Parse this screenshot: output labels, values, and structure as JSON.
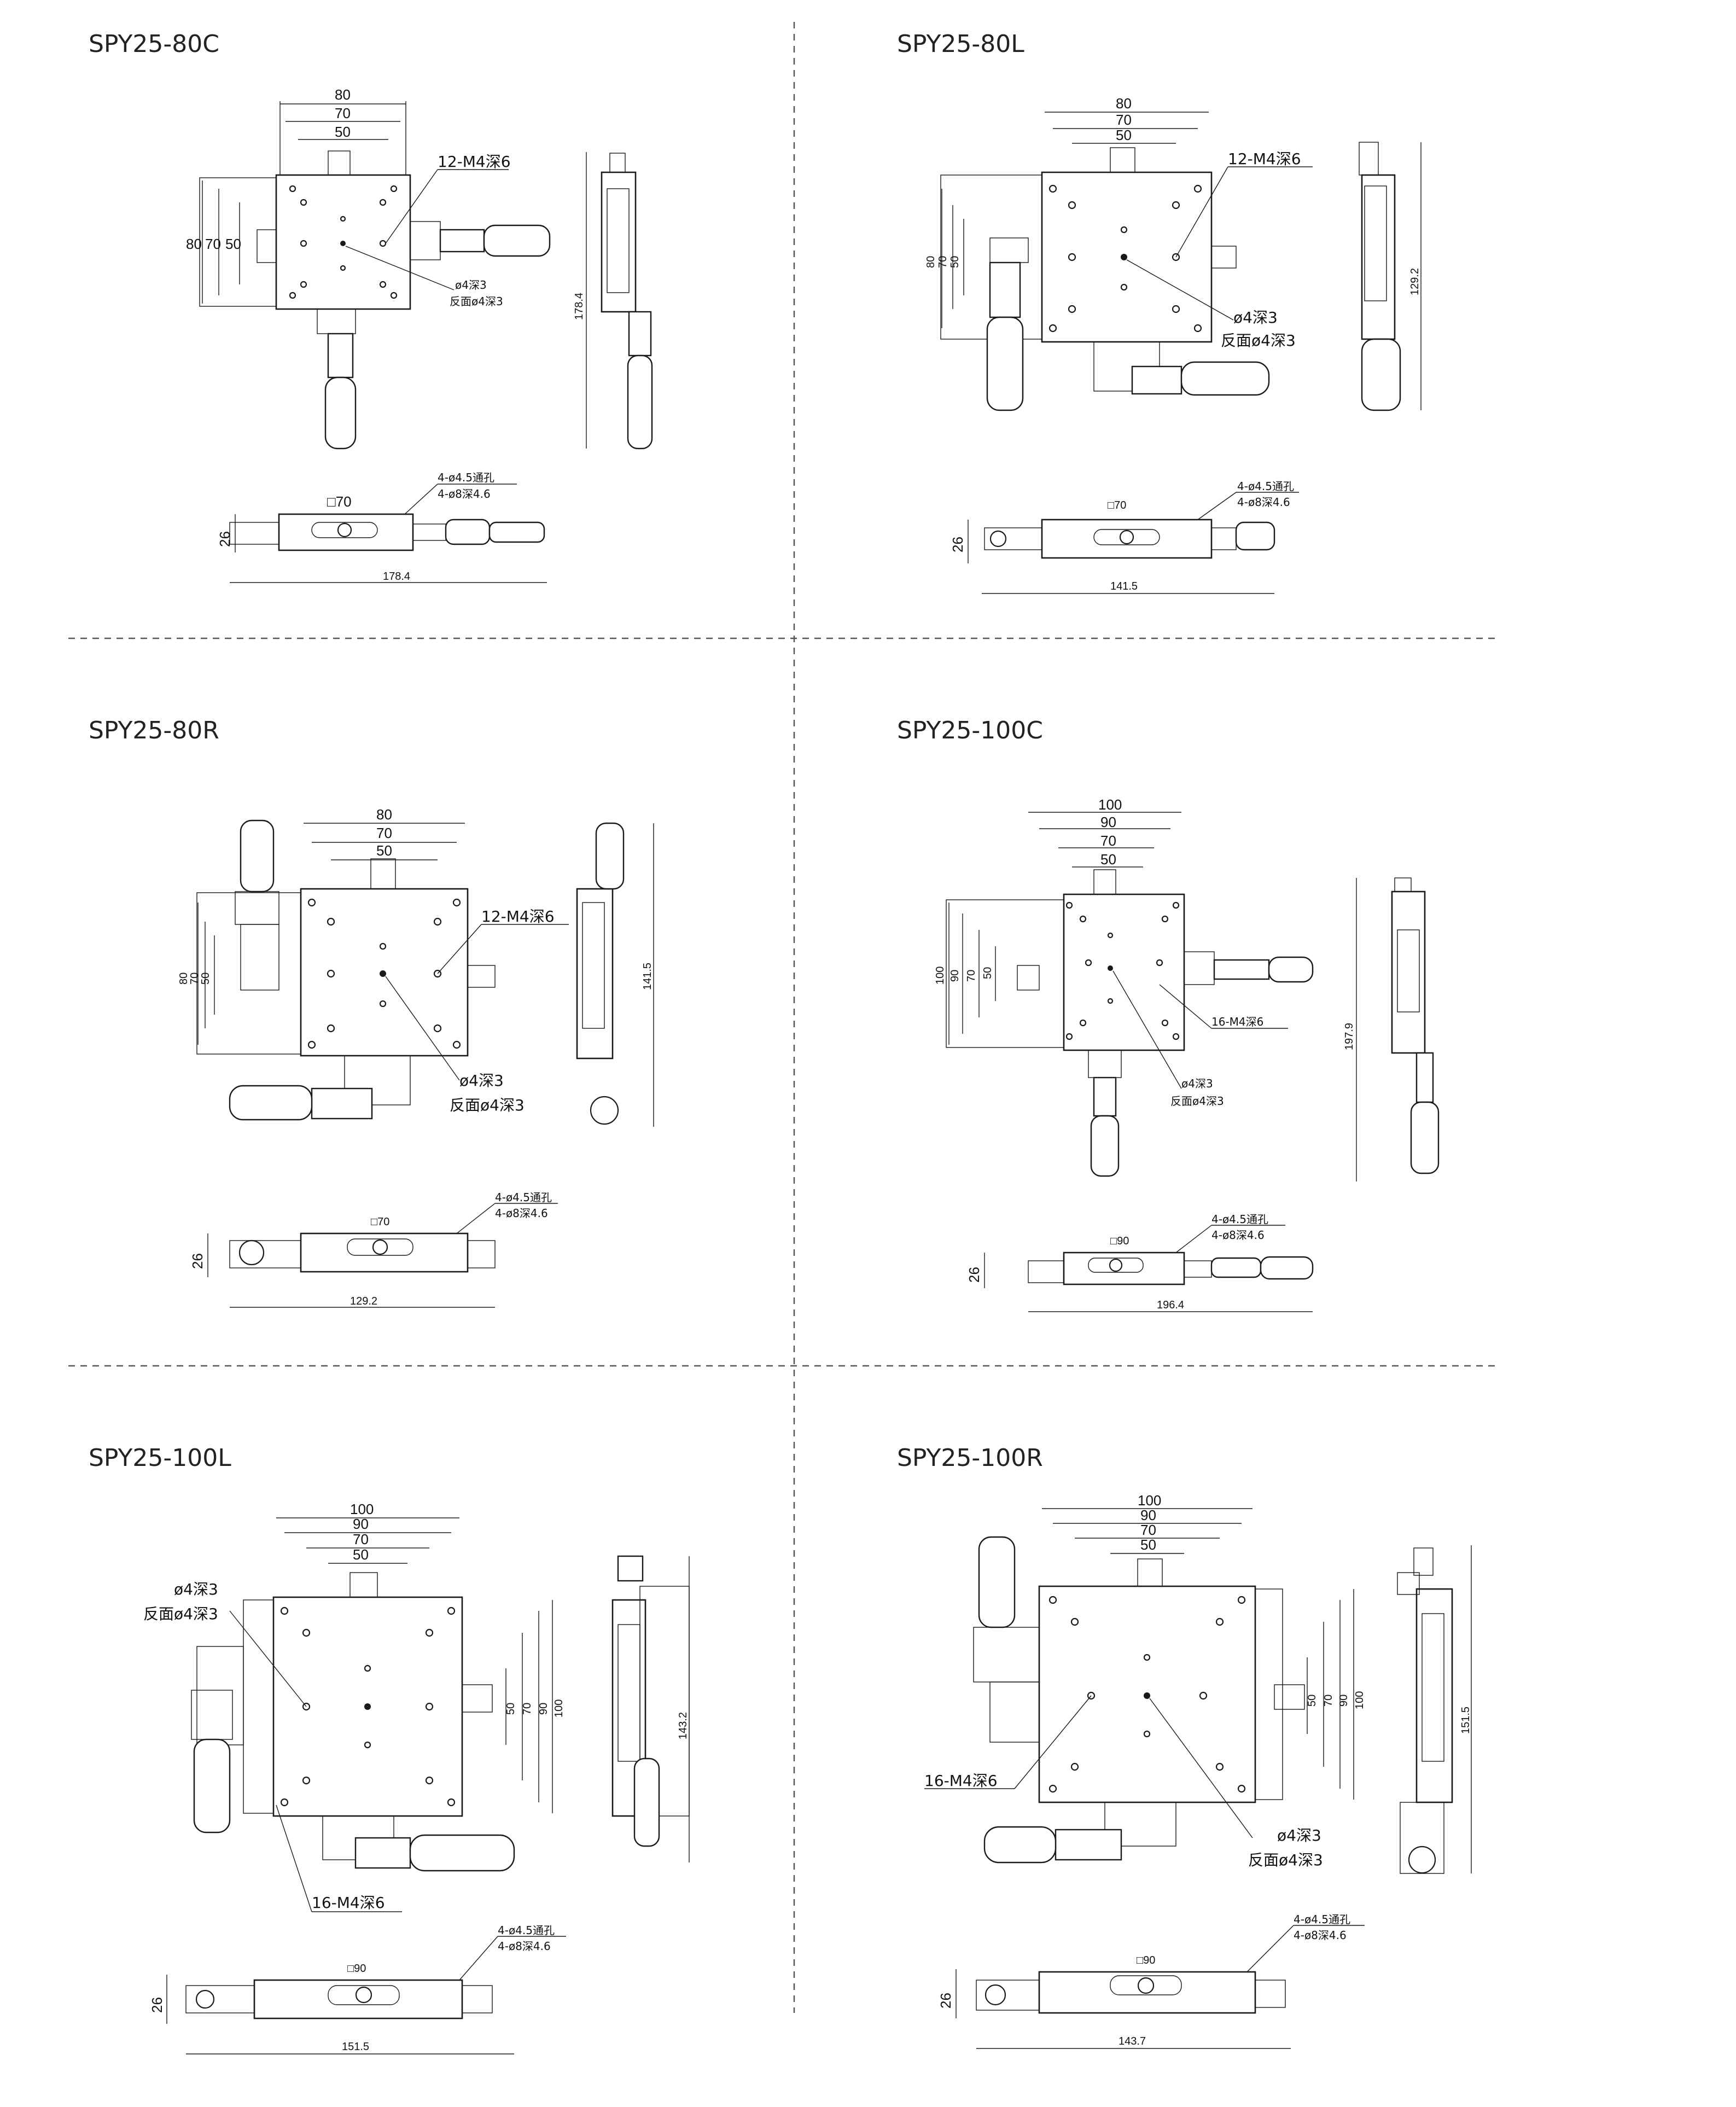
{
  "colors": {
    "line": "#1a1a1a",
    "divider": "#555555",
    "background": "#ffffff",
    "title": "#222222"
  },
  "panels": [
    {
      "title": "SPY25-80C",
      "top_dims": [
        "80",
        "70",
        "50"
      ],
      "left_dims": [
        "80",
        "70",
        "50"
      ],
      "callout_thread": "12-M4深6",
      "callout_pin_1": "ø4深3",
      "callout_pin_2": "反面ø4深3",
      "side_height": "178.4",
      "square": "□70",
      "bottom_note_1": "4-ø4.5通孔",
      "bottom_note_2": "4-ø8深4.6",
      "bottom_height": "26",
      "bottom_length": "178.4"
    },
    {
      "title": "SPY25-80L",
      "top_dims": [
        "80",
        "70",
        "50"
      ],
      "left_dims": [
        "80",
        "70",
        "50"
      ],
      "callout_thread": "12-M4深6",
      "callout_pin_1": "ø4深3",
      "callout_pin_2": "反面ø4深3",
      "side_height": "129.2",
      "square": "□70",
      "bottom_note_1": "4-ø4.5通孔",
      "bottom_note_2": "4-ø8深4.6",
      "bottom_height": "26",
      "bottom_length": "141.5"
    },
    {
      "title": "SPY25-80R",
      "top_dims": [
        "80",
        "70",
        "50"
      ],
      "left_dims": [
        "80",
        "70",
        "50"
      ],
      "callout_thread": "12-M4深6",
      "callout_pin_1": "ø4深3",
      "callout_pin_2": "反面ø4深3",
      "side_height": "141.5",
      "square": "□70",
      "bottom_note_1": "4-ø4.5通孔",
      "bottom_note_2": "4-ø8深4.6",
      "bottom_height": "26",
      "bottom_length": "129.2"
    },
    {
      "title": "SPY25-100C",
      "top_dims": [
        "100",
        "90",
        "70",
        "50"
      ],
      "left_dims": [
        "100",
        "90",
        "70",
        "50"
      ],
      "callout_thread": "16-M4深6",
      "callout_pin_1": "ø4深3",
      "callout_pin_2": "反面ø4深3",
      "side_height": "197.9",
      "square": "□90",
      "bottom_note_1": "4-ø4.5通孔",
      "bottom_note_2": "4-ø8深4.6",
      "bottom_height": "26",
      "bottom_length": "196.4"
    },
    {
      "title": "SPY25-100L",
      "top_dims": [
        "100",
        "90",
        "70",
        "50"
      ],
      "right_dims": [
        "50",
        "70",
        "90",
        "100"
      ],
      "callout_thread": "16-M4深6",
      "callout_pin_1": "ø4深3",
      "callout_pin_2": "反面ø4深3",
      "side_height": "143.2",
      "square": "□90",
      "bottom_note_1": "4-ø4.5通孔",
      "bottom_note_2": "4-ø8深4.6",
      "bottom_height": "26",
      "bottom_length": "151.5"
    },
    {
      "title": "SPY25-100R",
      "top_dims": [
        "100",
        "90",
        "70",
        "50"
      ],
      "right_dims": [
        "50",
        "70",
        "90",
        "100"
      ],
      "callout_thread": "16-M4深6",
      "callout_pin_1": "ø4深3",
      "callout_pin_2": "反面ø4深3",
      "side_height": "151.5",
      "square": "□90",
      "bottom_note_1": "4-ø4.5通孔",
      "bottom_note_2": "4-ø8深4.6",
      "bottom_height": "26",
      "bottom_length": "143.7"
    }
  ]
}
